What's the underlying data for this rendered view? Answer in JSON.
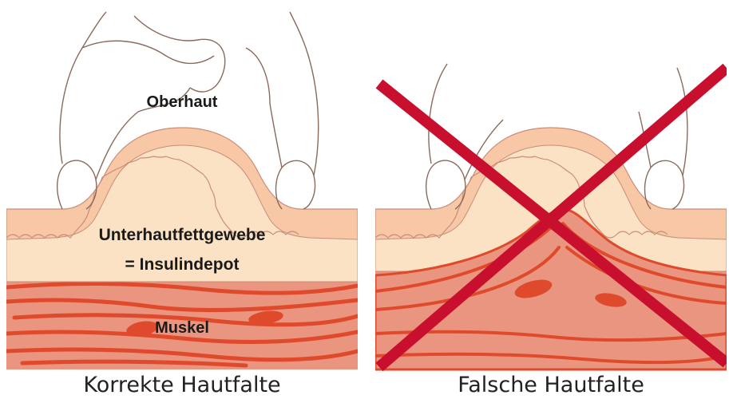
{
  "left_panel": {
    "labels": {
      "epidermis": "Oberhaut",
      "subcutis_line1": "Unterhautfettgewebe",
      "subcutis_line2": "= Insulindepot",
      "muscle": "Muskel"
    },
    "caption": "Korrekte Hautfalte"
  },
  "right_panel": {
    "caption": "Falsche Hautfalte"
  },
  "colors": {
    "epidermis": "#f7c7a6",
    "subcutis": "#fbe2c4",
    "muscle": "#ea9580",
    "muscle_fiber": "#e04a2c",
    "outline": "#c98d78",
    "hand_outline": "#8a6a5c",
    "cross": "#c8102e"
  }
}
